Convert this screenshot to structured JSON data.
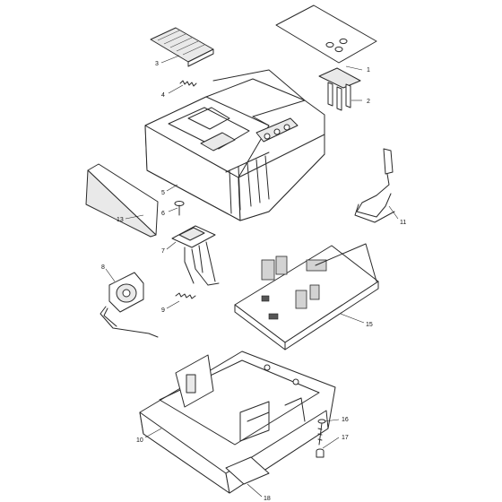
{
  "diagram": {
    "labels": {
      "p1": "1",
      "p2": "2",
      "p3": "3",
      "p4": "4",
      "p5": "5",
      "p6": "6",
      "p7": "7",
      "p8": "8",
      "p9": "9",
      "p10": "10",
      "p11": "11",
      "p13": "13",
      "p15": "15",
      "p16": "16",
      "p17": "17",
      "p18": "18"
    }
  }
}
